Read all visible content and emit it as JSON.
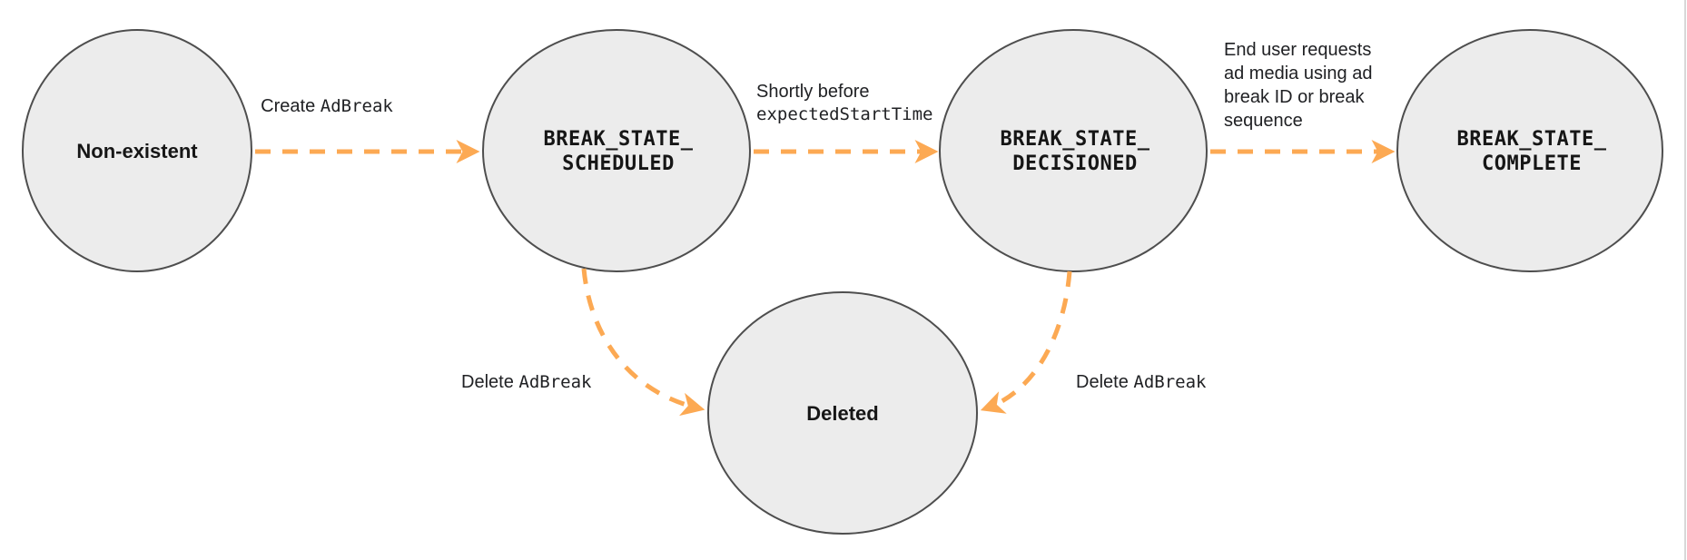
{
  "diagram_type": "state-transition-diagram",
  "states": {
    "non_existent": {
      "label": "Non-existent"
    },
    "scheduled": {
      "line1": "BREAK_STATE_",
      "line2": "SCHEDULED"
    },
    "decisioned": {
      "line1": "BREAK_STATE_",
      "line2": "DECISIONED"
    },
    "complete": {
      "line1": "BREAK_STATE_",
      "line2": "COMPLETE"
    },
    "deleted": {
      "label": "Deleted"
    }
  },
  "transitions": {
    "create": {
      "prefix": "Create ",
      "code": "AdBreak"
    },
    "decision": {
      "line1": "Shortly before",
      "line2_code": "expectedStartTime"
    },
    "complete": {
      "lines": [
        "End user requests",
        "ad media using ad",
        "break ID or break",
        "sequence"
      ]
    },
    "delete_from_scheduled": {
      "prefix": "Delete ",
      "code": "AdBreak"
    },
    "delete_from_decisioned": {
      "prefix": "Delete ",
      "code": "AdBreak"
    }
  },
  "colors": {
    "arrow": "#FCA953",
    "state_fill": "#ECECEC",
    "state_stroke": "#4E4E4E",
    "label_text": "#202124",
    "state_text": "#161616",
    "page_border": "#D8D8D8"
  }
}
